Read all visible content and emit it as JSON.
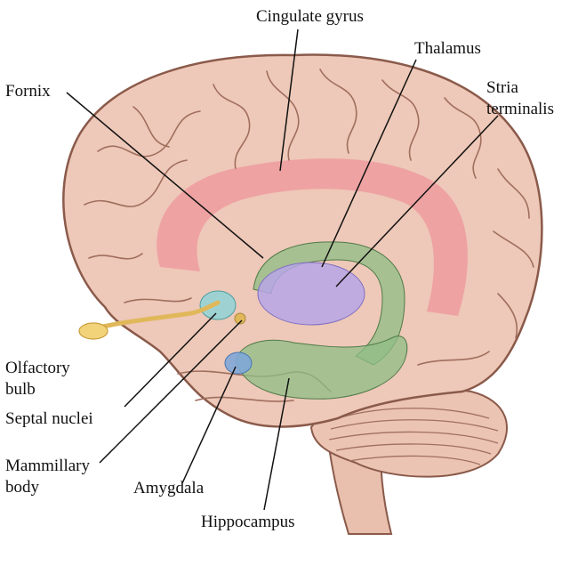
{
  "labels": {
    "cingulate_gyrus": "Cingulate gyrus",
    "thalamus": "Thalamus",
    "fornix": "Fornix",
    "stria_line1": "Stria",
    "stria_line2": "terminalis",
    "olfactory_line1": "Olfactory",
    "olfactory_line2": "bulb",
    "septal_nuclei": "Septal nuclei",
    "mammillary_line1": "Mammillary",
    "mammillary_line2": "body",
    "amygdala": "Amygdala",
    "hippocampus": "Hippocampus"
  },
  "colors": {
    "brain_fill": "#eec8b8",
    "brain_outline": "#8a5a4a",
    "gyrus_line": "#a06f5e",
    "cingulate": "#ee8e96",
    "thalamus": "#b7a6e6",
    "fornix_hippocampus": "#8fbd85",
    "septal": "#8fd3d6",
    "amygdala": "#7fa7d8",
    "olfactory": "#f2d37a"
  }
}
